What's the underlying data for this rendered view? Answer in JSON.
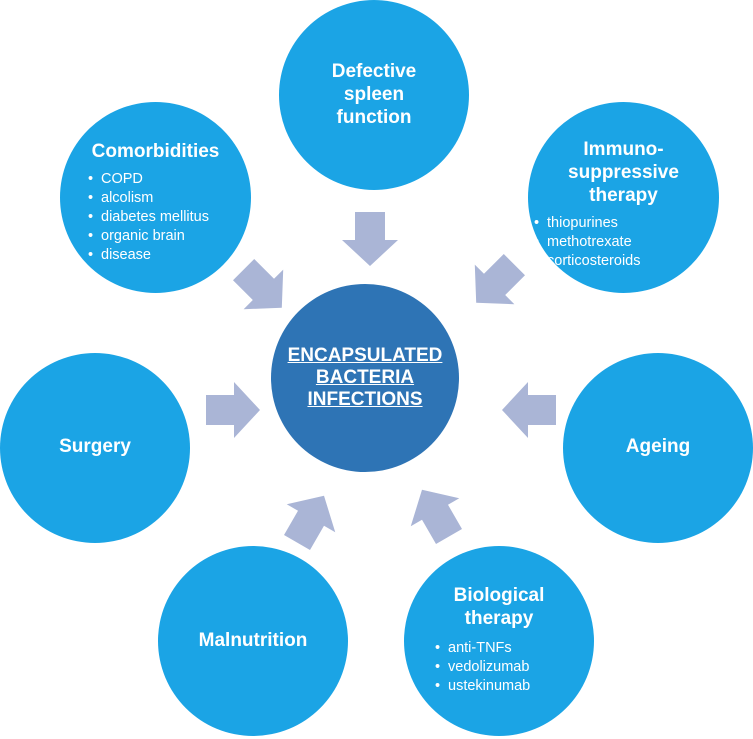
{
  "center": {
    "title": "ENCAPSULATED\nBACTERIA\nINFECTIONS"
  },
  "factors": {
    "spleen": {
      "title": "Defective\nspleen\nfunction"
    },
    "immuno": {
      "title": "Immuno-\nsuppressive\ntherapy",
      "items": [
        "thiopurines",
        "methotrexate",
        "corticosteroids"
      ]
    },
    "ageing": {
      "title": "Ageing"
    },
    "biological": {
      "title": "Biological\ntherapy",
      "items": [
        "anti-TNFs",
        "vedolizumab",
        "ustekinumab"
      ]
    },
    "malnutrition": {
      "title": "Malnutrition"
    },
    "surgery": {
      "title": "Surgery"
    },
    "comorbidities": {
      "title": "Comorbidities",
      "items": [
        "COPD",
        "alcolism",
        "diabetes mellitus",
        "organic brain",
        "disease"
      ]
    }
  },
  "colors": {
    "circle": "#1ba4e5",
    "center": "#2e74b5",
    "arrow": "#aab5d6"
  }
}
